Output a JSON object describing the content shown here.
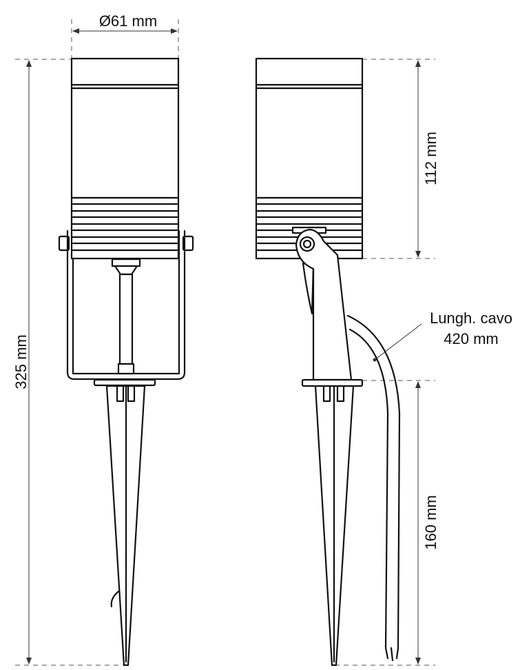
{
  "dimensions": {
    "diameter": "Ø61 mm",
    "total_height": "325 mm",
    "head_height": "112 mm",
    "spike_length": "160 mm",
    "cable_label_line1": "Lungh. cavo",
    "cable_label_line2": "420 mm"
  },
  "colors": {
    "line": "#111111",
    "background": "#ffffff"
  }
}
